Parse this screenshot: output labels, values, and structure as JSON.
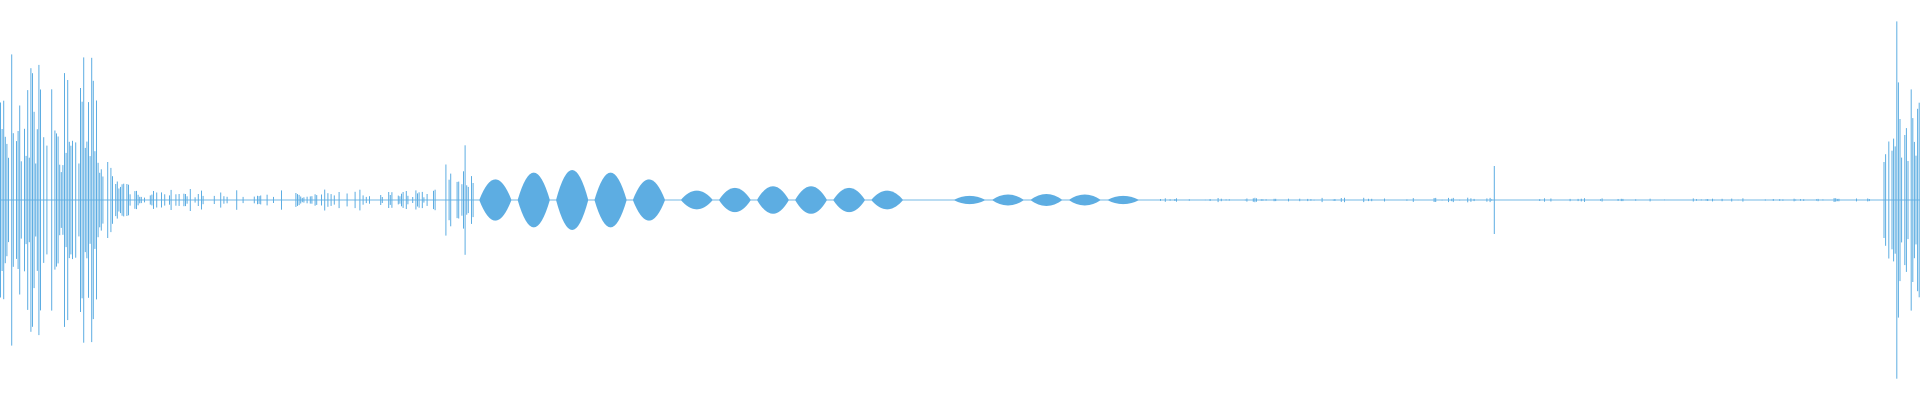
{
  "waveform": {
    "color": "#5DADE2",
    "segments": [
      {
        "kind": "burst",
        "from": 0.0,
        "to": 0.05,
        "amp": 0.88,
        "density": 0.82,
        "seed": 1
      },
      {
        "kind": "decay",
        "from": 0.05,
        "to": 0.078,
        "amp": 0.24,
        "density": 0.7,
        "seed": 2
      },
      {
        "kind": "ripple",
        "from": 0.078,
        "to": 0.23,
        "amp": 0.06,
        "density": 0.4,
        "seed": 3
      },
      {
        "kind": "burst",
        "from": 0.232,
        "to": 0.248,
        "amp": 0.3,
        "density": 0.6,
        "seed": 4
      },
      {
        "kind": "lobes",
        "from": 0.248,
        "to": 0.348,
        "amp": 0.15,
        "count": 5
      },
      {
        "kind": "lobes",
        "from": 0.353,
        "to": 0.472,
        "amp": 0.07,
        "count": 6
      },
      {
        "kind": "lobes",
        "from": 0.495,
        "to": 0.595,
        "amp": 0.03,
        "count": 5
      },
      {
        "kind": "ripple",
        "from": 0.6,
        "to": 0.78,
        "amp": 0.012,
        "density": 0.3,
        "seed": 5
      },
      {
        "kind": "spike",
        "at": 0.778,
        "amp": 0.17
      },
      {
        "kind": "ripple",
        "from": 0.8,
        "to": 0.98,
        "amp": 0.01,
        "density": 0.2,
        "seed": 6
      },
      {
        "kind": "burst",
        "from": 0.981,
        "to": 1.0,
        "amp": 0.95,
        "density": 0.78,
        "seed": 7
      }
    ]
  }
}
